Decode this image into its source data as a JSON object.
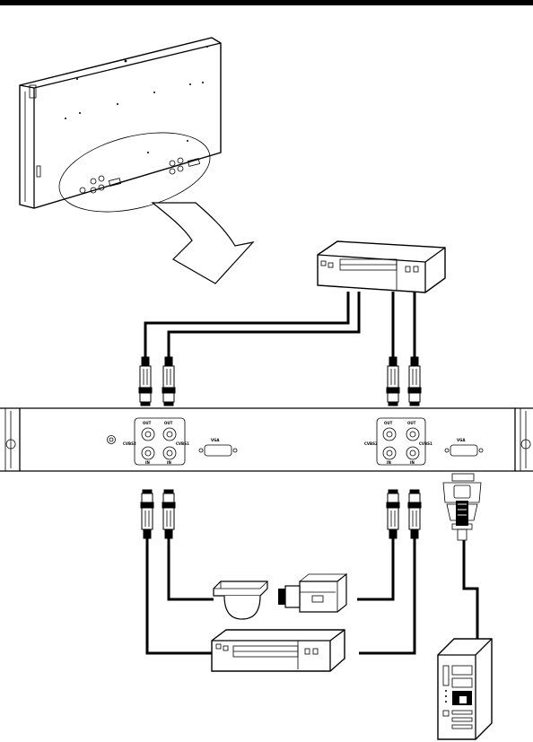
{
  "panel_labels": {
    "left_out_a": "OUT",
    "left_out_b": "OUT",
    "left_ch2": "CVBS2",
    "left_ch1": "CVBS1",
    "left_in_a": "IN",
    "left_in_b": "IN",
    "left_vga": "VGA",
    "right_out_a": "OUT",
    "right_out_b": "OUT",
    "right_ch2": "CVBS2",
    "right_ch1": "CVBS1",
    "right_in_a": "IN",
    "right_in_b": "IN",
    "right_vga": "VGA"
  },
  "icons": {
    "monitor": "monitor-rear-view-icon",
    "arrow": "curved-arrow-icon",
    "vcr_top": "vcr-icon",
    "dome_camera": "dome-camera-icon",
    "box_camera": "box-camera-icon",
    "vcr_bottom": "vcr-icon",
    "pc": "pc-tower-icon"
  },
  "colors": {
    "ink": "#000000",
    "paper": "#ffffff"
  }
}
